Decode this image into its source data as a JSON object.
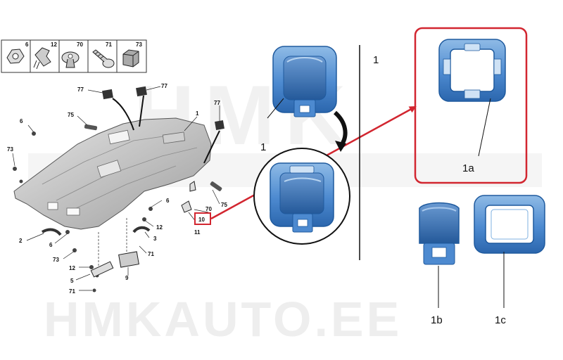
{
  "watermark": {
    "brand": "HMK",
    "url": "HMKAUTO.EE"
  },
  "legend_items": [
    {
      "ref": "6",
      "part": "push-clip"
    },
    {
      "ref": "12",
      "part": "fir-tree-clip"
    },
    {
      "ref": "70",
      "part": "expanding-rivet"
    },
    {
      "ref": "71",
      "part": "screw"
    },
    {
      "ref": "73",
      "part": "foam-pad"
    }
  ],
  "exploded_callouts": {
    "c77a": "77",
    "c77b": "77",
    "c77c": "77",
    "c1": "1",
    "c75a": "75",
    "c75b": "75",
    "c6a": "6",
    "c73a": "73",
    "c6b": "6",
    "c12a": "12",
    "c2": "2",
    "c6c": "6",
    "c3": "3",
    "c71a": "71",
    "c73b": "73",
    "c12b": "12",
    "c9": "9",
    "c5": "5",
    "c71b": "71",
    "c70": "70",
    "c10": "10",
    "c11": "11"
  },
  "detail_callouts": {
    "part_1_left": "1",
    "part_1_right": "1",
    "part_1a": "1a",
    "part_1b": "1b",
    "part_1c": "1c"
  },
  "colors": {
    "part_blue": "#3f7fc4",
    "part_blue_light": "#7fb0e0",
    "part_blue_dark": "#1f5a9e",
    "highlight_red": "#d22630",
    "line": "#111111",
    "headliner_grey": "#b8b8b8",
    "watermark_grey": "#eeeeee"
  }
}
